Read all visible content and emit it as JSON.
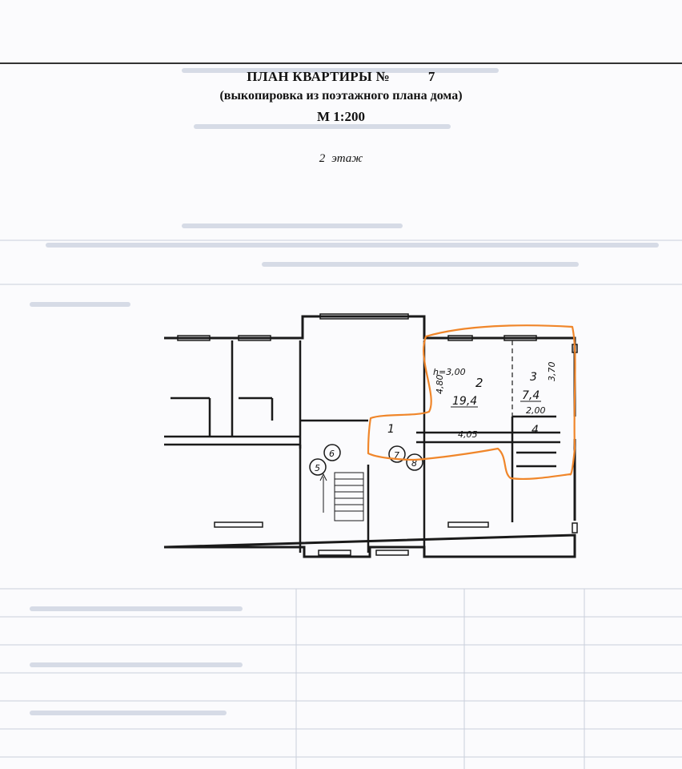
{
  "header": {
    "title": "ПЛАН КВАРТИРЫ №",
    "apartment_number": "7",
    "subtitle": "(выкопировка из поэтажного плана дома)",
    "scale": "М 1:200"
  },
  "floor": {
    "number": "2",
    "label": "этаж"
  },
  "plan": {
    "height_label": "h=3,00",
    "rooms": [
      {
        "number": "2",
        "area": "19,4"
      },
      {
        "number": "3",
        "area": "7,4"
      },
      {
        "number": "4"
      }
    ],
    "corridor_number": "1",
    "dimensions": {
      "room2_depth": "4,80",
      "room3_depth": "3,70",
      "room3_width": "2,00",
      "corridor_length": "4,05"
    },
    "markers": [
      "5",
      "6",
      "7",
      "8"
    ],
    "highlight_color": "#f0862a"
  }
}
